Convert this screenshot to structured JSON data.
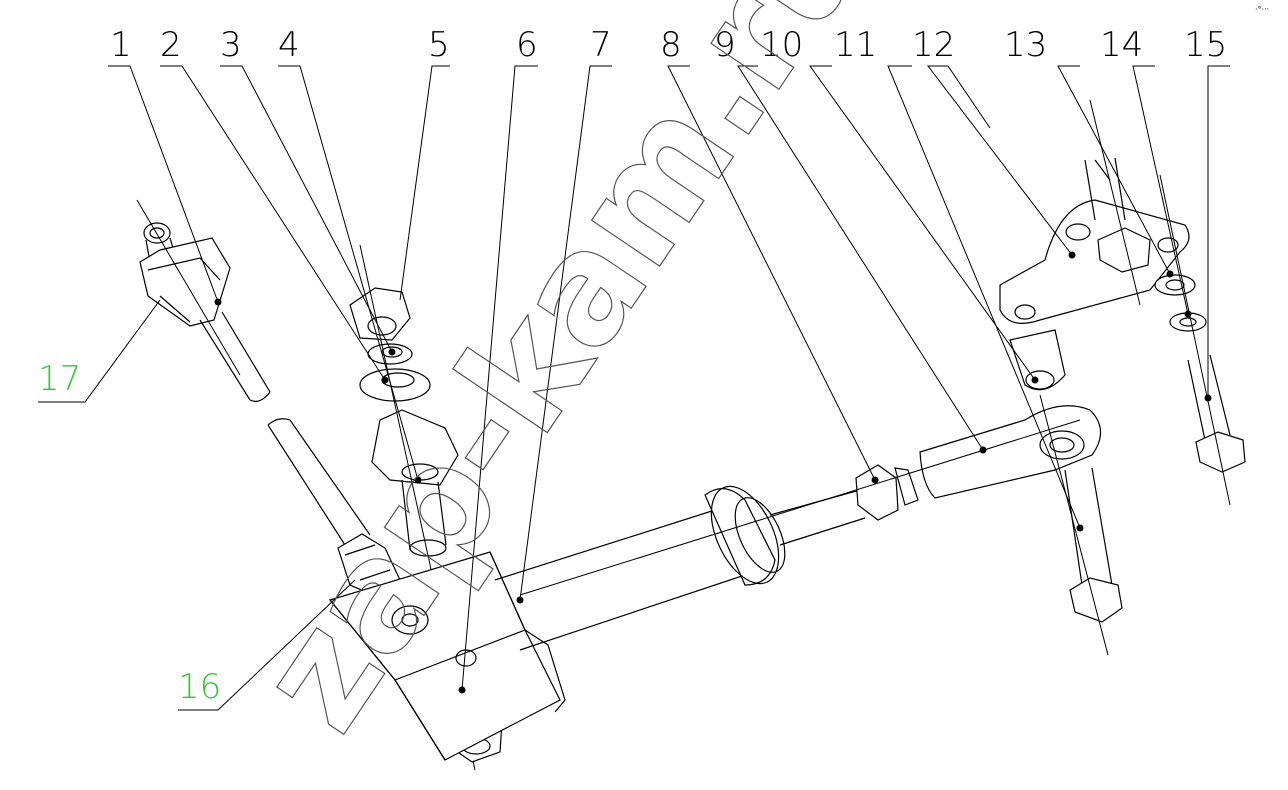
{
  "diagram": {
    "callouts": [
      {
        "id": "c1",
        "label": "1"
      },
      {
        "id": "c2",
        "label": "2"
      },
      {
        "id": "c3",
        "label": "3"
      },
      {
        "id": "c4",
        "label": "4"
      },
      {
        "id": "c5",
        "label": "5"
      },
      {
        "id": "c6",
        "label": "6"
      },
      {
        "id": "c7",
        "label": "7"
      },
      {
        "id": "c8",
        "label": "8"
      },
      {
        "id": "c9",
        "label": "9"
      },
      {
        "id": "c10",
        "label": "10"
      },
      {
        "id": "c11",
        "label": "11"
      },
      {
        "id": "c12",
        "label": "12"
      },
      {
        "id": "c13",
        "label": "13"
      },
      {
        "id": "c14",
        "label": "14"
      },
      {
        "id": "c15",
        "label": "15"
      },
      {
        "id": "c16",
        "label": "16"
      },
      {
        "id": "c17",
        "label": "17"
      }
    ],
    "watermark": "zap-kam.ru",
    "corner_mark": "·°···",
    "colors": {
      "line": "#000000",
      "callout_green": "#36c436",
      "background": "#ffffff"
    }
  }
}
